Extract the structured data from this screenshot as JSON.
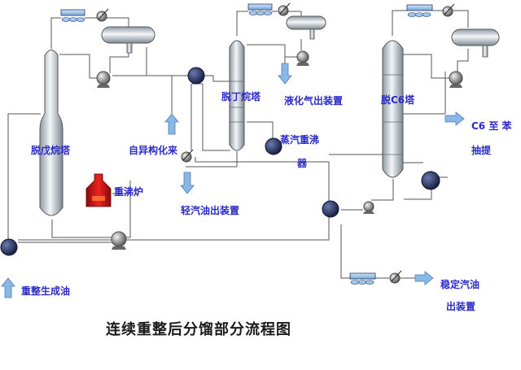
{
  "title": "连续重整后分馏部分流程图",
  "colors": {
    "label": "#2b2bc9",
    "title": "#1a1a1a",
    "pipe": "#555555",
    "arrow": "#8ab8e6",
    "furnace": "#cc1111",
    "pump": "#777777",
    "exchanger": "#1c2a55"
  },
  "labels": {
    "depentanizer": "脱戊烷塔",
    "debutanizer": "脱丁烷塔",
    "dehexanizer": "脱C6塔",
    "furnace": "重沸炉",
    "iso_feed": "自异构化来",
    "lpg_out": "液化气出装置",
    "light_gasoline_out": "轻汽油出装置",
    "steam_reboiler_1": "蒸汽重沸",
    "steam_reboiler_2": "器",
    "c6_to_1": "C6 至 苯",
    "c6_to_2": "抽提",
    "reformate_in": "重整生成油",
    "stable_gasoline_1": "稳定汽油",
    "stable_gasoline_2": "出装置"
  },
  "icons": [
    "column-icon",
    "reflux-drum-icon",
    "air-cooler-icon",
    "control-valve-icon",
    "pump-icon",
    "heat-exchanger-icon",
    "furnace-icon",
    "flow-arrow-icon"
  ]
}
